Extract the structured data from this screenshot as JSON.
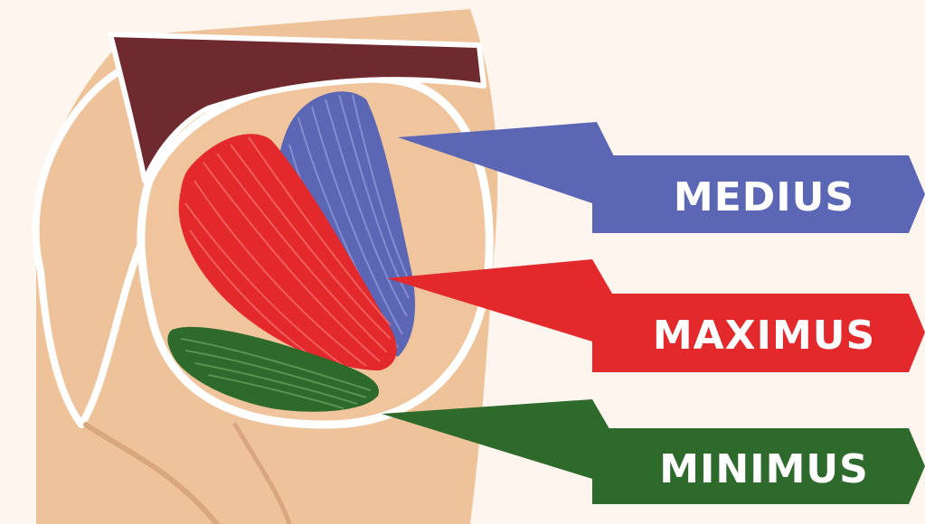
{
  "labels": {
    "medius": "MEDIUS",
    "maximus": "MAXIMUS",
    "minimus": "MINIMUS"
  },
  "colors": {
    "background": "#fdf5ee",
    "skin": "#efc39a",
    "skin_outline": "#ffffff",
    "skin_shade": "#d9a77d",
    "underwear": "#6e2a2f",
    "medius": "#5b67b4",
    "maximus": "#e3292b",
    "minimus": "#2f6a2d"
  }
}
